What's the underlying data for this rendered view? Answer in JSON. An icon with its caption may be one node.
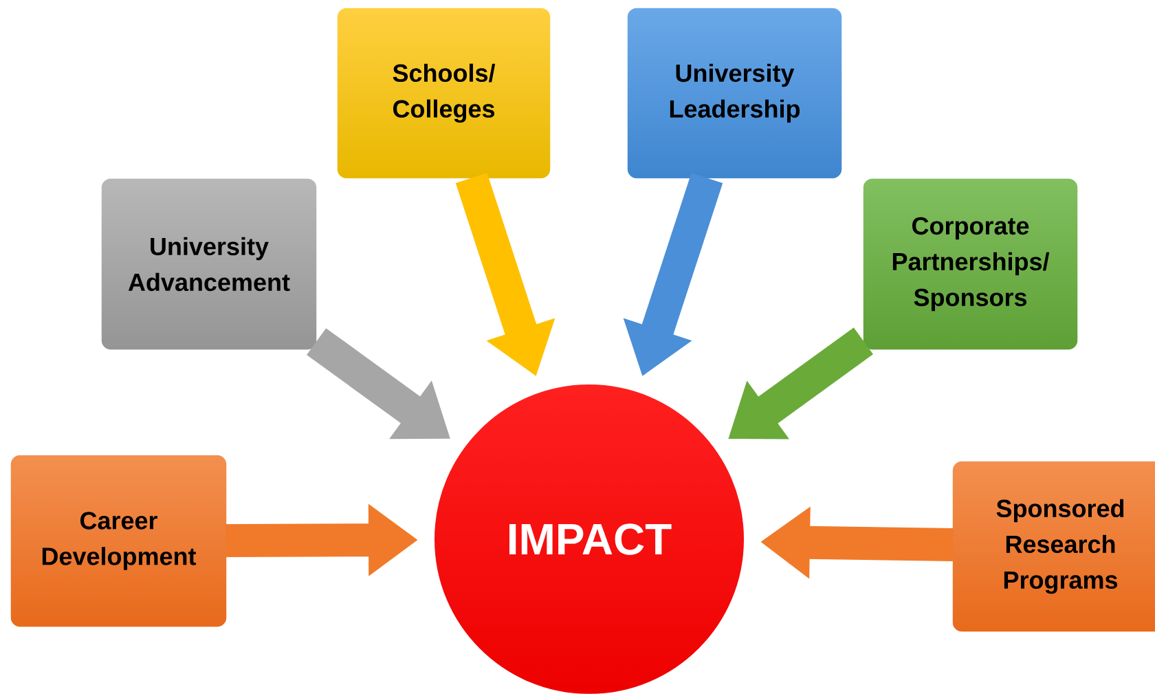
{
  "diagram": {
    "nodes": [
      {
        "text": [
          "Schools/ Colleges"
        ]
      },
      {
        "text": [
          "University Leadership"
        ]
      },
      {
        "text": [
          "University Advancement"
        ]
      },
      {
        "text": [
          "Corporate Partnerships/ Sponsors"
        ]
      },
      {
        "text": [
          "Career Development"
        ]
      },
      {
        "text": [
          "IMPACT"
        ]
      },
      {
        "text": [
          "Sponsored Research Programs"
        ]
      }
    ],
    "edges": [
      {
        "from": 0,
        "to": 5,
        "arrow": "to",
        "color": "#ffc000"
      },
      {
        "from": 1,
        "to": 5,
        "arrow": "to",
        "color": "#4a8fd8"
      },
      {
        "from": 2,
        "to": 5,
        "arrow": "to",
        "color": "#a6a6a6"
      },
      {
        "from": 3,
        "to": 5,
        "arrow": "to",
        "color": "#6aaa38"
      },
      {
        "from": 4,
        "to": 5,
        "arrow": "to",
        "color": "#f07a2a"
      },
      {
        "from": 6,
        "to": 5,
        "arrow": "to",
        "color": "#f07a2a"
      }
    ]
  }
}
